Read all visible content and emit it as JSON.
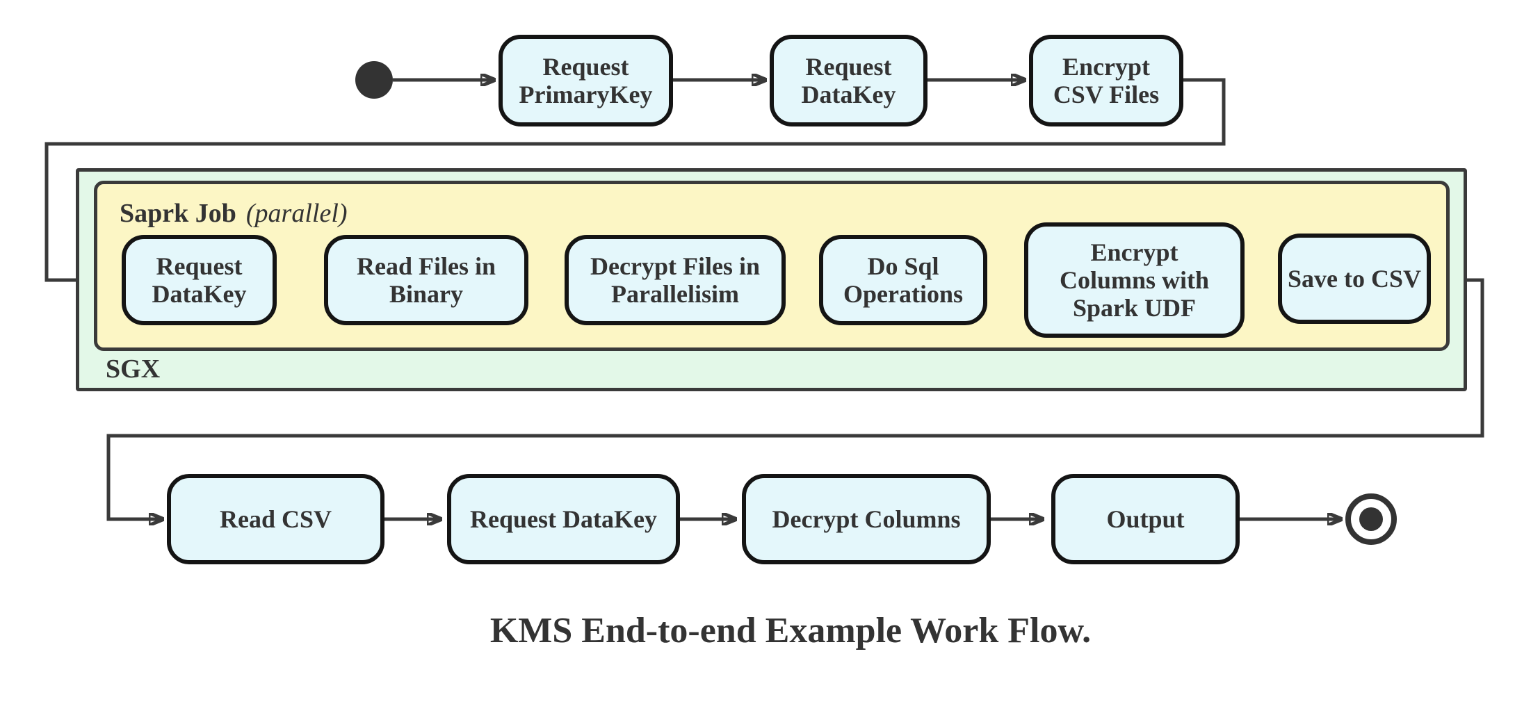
{
  "caption": "KMS End-to-end Example Work Flow.",
  "colors": {
    "node_fill": "#e4f7fb",
    "node_border": "#141414",
    "sgx_fill": "#e3f8e8",
    "spark_fill": "#fcf6c5",
    "container_border": "#3a3a3a",
    "line": "#3a3a3a",
    "text": "#333333"
  },
  "start_node": {
    "type": "initial-state"
  },
  "end_node": {
    "type": "final-state"
  },
  "top_row": {
    "nodes": [
      {
        "label": "Request\nPrimaryKey"
      },
      {
        "label": "Request\nDataKey"
      },
      {
        "label": "Encrypt\nCSV Files"
      }
    ]
  },
  "sgx_group": {
    "label": "SGX",
    "spark_group": {
      "label": "Saprk Job",
      "qualifier": "(parallel)",
      "nodes": [
        {
          "label": "Request\nDataKey"
        },
        {
          "label": "Read Files in\nBinary"
        },
        {
          "label": "Decrypt Files in\nParallelisim"
        },
        {
          "label": "Do Sql\nOperations"
        },
        {
          "label": "Encrypt\nColumns with\nSpark UDF"
        },
        {
          "label": "Save to CSV"
        }
      ]
    }
  },
  "bottom_row": {
    "nodes": [
      {
        "label": "Read CSV"
      },
      {
        "label": "Request DataKey"
      },
      {
        "label": "Decrypt Columns"
      },
      {
        "label": "Output"
      }
    ]
  }
}
